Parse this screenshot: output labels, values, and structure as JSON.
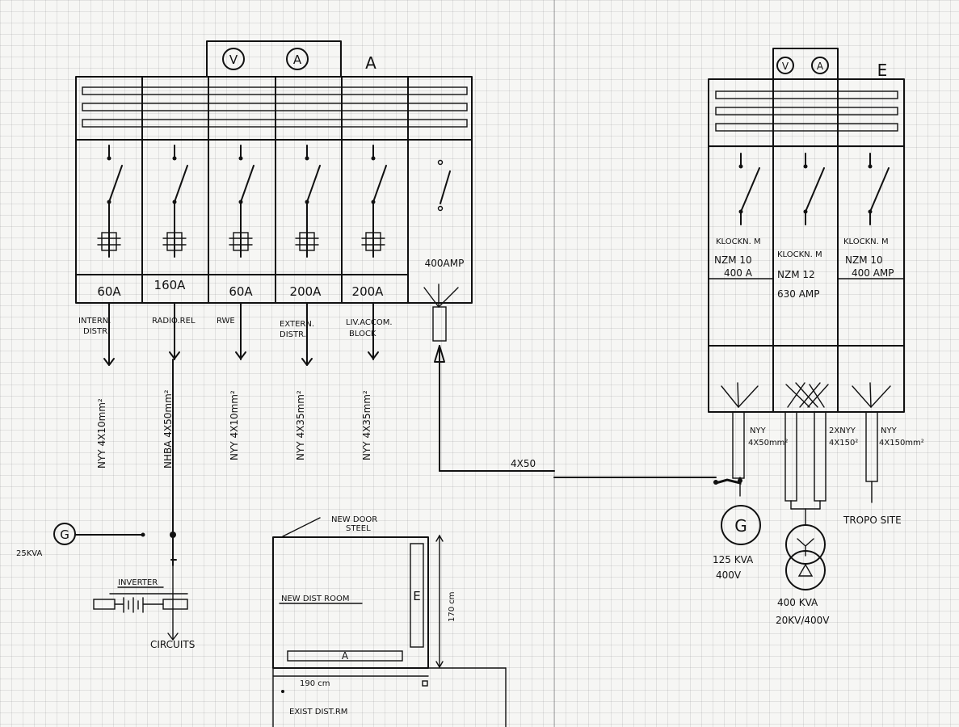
{
  "left_board": {
    "meters": [
      "V",
      "A"
    ],
    "board_label": "A",
    "feeders": [
      {
        "rating": "60A",
        "destination": [
          "INTERN.",
          "DISTR."
        ],
        "cable": "NYY 4X10mm²"
      },
      {
        "rating": "160A",
        "destination": [
          "RADIO.REL"
        ],
        "cable": "NHBA 4X50mm²"
      },
      {
        "rating": "60A",
        "destination": [
          "RWE"
        ],
        "cable": "NYY 4X10mm²"
      },
      {
        "rating": "200A",
        "destination": [
          "EXTERN.",
          "DISTR."
        ],
        "cable": "NYY 4X35mm²"
      },
      {
        "rating": "200A",
        "destination": [
          "LIV.ACCOM.",
          "BLOCK"
        ],
        "cable": "NYY 4X35mm²"
      }
    ],
    "incomer_rating": "400AMP",
    "link_cable": "4X50"
  },
  "generator_small": {
    "symbol": "G",
    "rating": "25KVA"
  },
  "inverter": {
    "label": "INVERTER",
    "output": "CIRCUITS"
  },
  "room": {
    "door_label": [
      "NEW DOOR",
      "STEEL"
    ],
    "room_label": "NEW DIST ROOM",
    "panel_e": "E",
    "panel_a": "A",
    "height": "170 cm",
    "width": "190 cm",
    "existing": "EXIST DIST.RM"
  },
  "right_board": {
    "meters": [
      "V",
      "A"
    ],
    "board_label": "E",
    "breakers": [
      {
        "lines": [
          "KLOCKN. M",
          "NZM 10",
          "400 A"
        ]
      },
      {
        "lines": [
          "KLOCKN. M",
          "NZM 12",
          "630 AMP"
        ]
      },
      {
        "lines": [
          "KLOCKN. M",
          "NZM 10",
          "400 AMP"
        ]
      }
    ],
    "cables": [
      {
        "lines": [
          "NYY",
          "4X50mm²"
        ]
      },
      {
        "lines": [
          "2XNYY",
          "4X150²"
        ]
      },
      {
        "lines": [
          "NYY",
          "4X150mm²"
        ]
      }
    ]
  },
  "generator_large": {
    "symbol": "G",
    "rating": [
      "125 KVA",
      "400V"
    ]
  },
  "transformer": {
    "rating": [
      "400 KVA",
      "20KV/400V"
    ]
  },
  "tropo": {
    "label": "TROPO SITE"
  }
}
